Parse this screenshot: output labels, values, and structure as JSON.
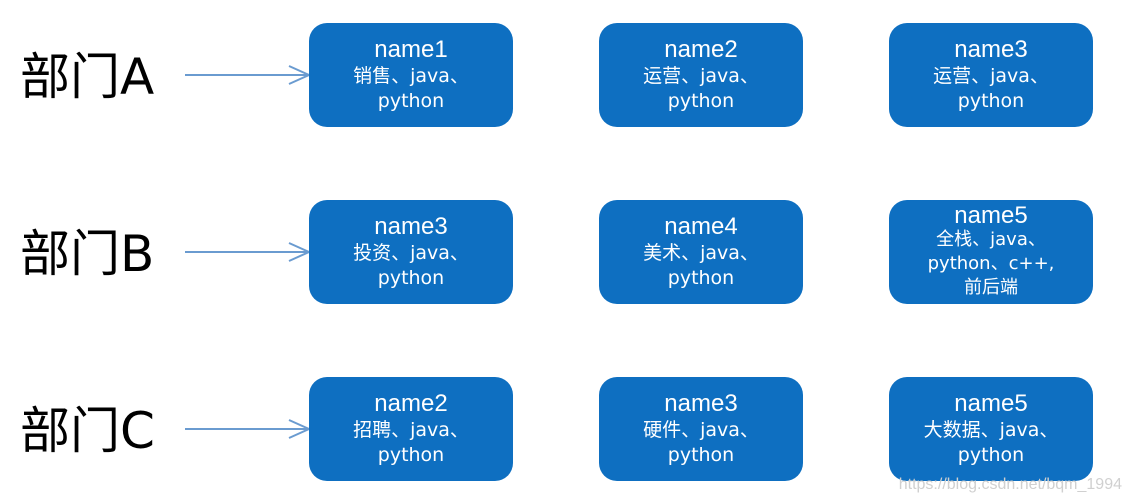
{
  "rows": [
    {
      "dept": "部门A",
      "boxes": [
        {
          "name": "name1",
          "skills": [
            "销售、java、",
            "python"
          ]
        },
        {
          "name": "name2",
          "skills": [
            "运营、java、",
            "python"
          ]
        },
        {
          "name": "name3",
          "skills": [
            "运营、java、",
            "python"
          ]
        }
      ]
    },
    {
      "dept": "部门B",
      "boxes": [
        {
          "name": "name3",
          "skills": [
            "投资、java、",
            "python"
          ]
        },
        {
          "name": "name4",
          "skills": [
            "美术、java、",
            "python"
          ]
        },
        {
          "name": "name5",
          "skills": [
            "全栈、java、",
            "python、c++,",
            "前后端"
          ]
        }
      ]
    },
    {
      "dept": "部门C",
      "boxes": [
        {
          "name": "name2",
          "skills": [
            "招聘、java、",
            "python"
          ]
        },
        {
          "name": "name3",
          "skills": [
            "硬件、java、",
            "python"
          ]
        },
        {
          "name": "name5",
          "skills": [
            "大数据、java、",
            "python"
          ]
        }
      ]
    }
  ],
  "watermark": "https://blog.csdn.net/bqm_1994",
  "colors": {
    "box": "#0e6fc1",
    "arrow": "#6a9bd0"
  }
}
